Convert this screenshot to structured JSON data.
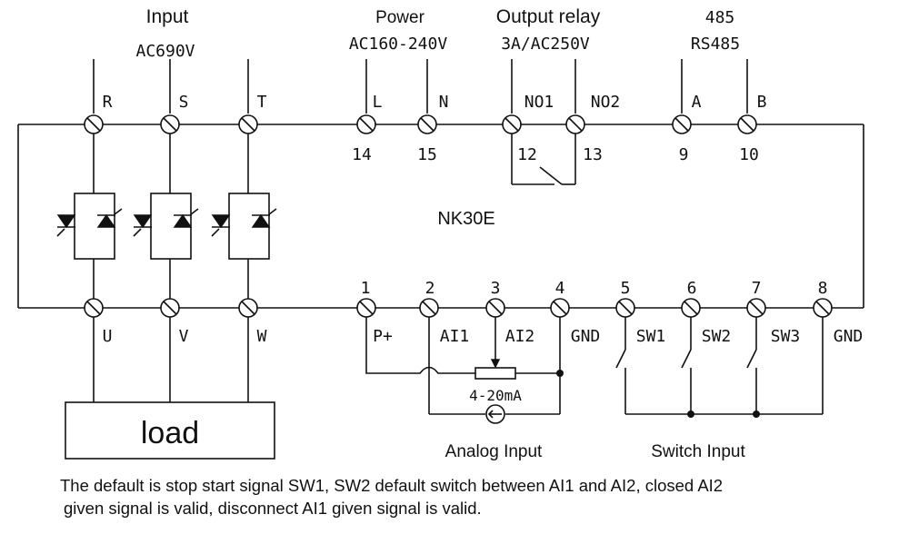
{
  "headers": {
    "input_title": "Input",
    "input_voltage": "AC690V",
    "power_title": "Power",
    "power_voltage": "AC160-240V",
    "relay_title": "Output relay",
    "relay_rating": "3A/AC250V",
    "comm_title": "485",
    "comm_protocol": "RS485"
  },
  "top_terminals": [
    {
      "label": "R",
      "number": ""
    },
    {
      "label": "S",
      "number": ""
    },
    {
      "label": "T",
      "number": ""
    },
    {
      "label": "L",
      "number": "14"
    },
    {
      "label": "N",
      "number": "15"
    },
    {
      "label": "NO1",
      "number": "12"
    },
    {
      "label": "NO2",
      "number": "13"
    },
    {
      "label": "A",
      "number": "9"
    },
    {
      "label": "B",
      "number": "10"
    }
  ],
  "bottom_terminals": [
    {
      "label": "U",
      "number": ""
    },
    {
      "label": "V",
      "number": ""
    },
    {
      "label": "W",
      "number": ""
    },
    {
      "label": "P+",
      "number": "1"
    },
    {
      "label": "AI1",
      "number": "2"
    },
    {
      "label": "AI2",
      "number": "3"
    },
    {
      "label": "GND",
      "number": "4"
    },
    {
      "label": "SW1",
      "number": "5"
    },
    {
      "label": "SW2",
      "number": "6"
    },
    {
      "label": "SW3",
      "number": "7"
    },
    {
      "label": "GND",
      "number": "8"
    }
  ],
  "model": "NK30E",
  "load_label": "load",
  "analog_signal": "4-20mA",
  "analog_caption": "Analog Input",
  "switch_caption": "Switch Input",
  "note_line1": "The default is stop start signal SW1, SW2 default switch between AI1 and AI2, closed AI2",
  "note_line2": "given signal is valid, disconnect AI1 given signal is valid."
}
